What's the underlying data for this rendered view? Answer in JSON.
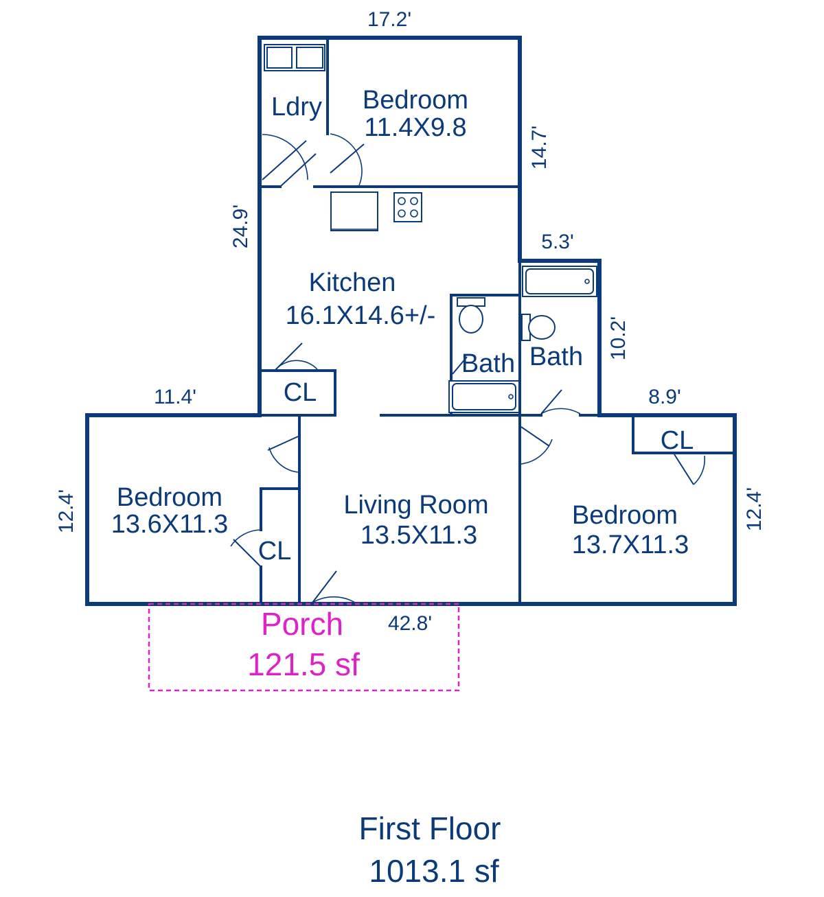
{
  "colors": {
    "wall": "#0b3a7a",
    "porch": "#e020c8",
    "background": "#ffffff"
  },
  "rooms": {
    "laundry": {
      "name": "Ldry"
    },
    "bedroom_top": {
      "name": "Bedroom",
      "size": "11.4X9.8"
    },
    "kitchen": {
      "name": "Kitchen",
      "size": "16.1X14.6+/-"
    },
    "bath_left": {
      "name": "Bath"
    },
    "bath_right": {
      "name": "Bath"
    },
    "closet_kitchen": {
      "name": "CL"
    },
    "closet_left_bedroom": {
      "name": "CL"
    },
    "closet_right_bedroom": {
      "name": "CL"
    },
    "bedroom_left": {
      "name": "Bedroom",
      "size": "13.6X11.3"
    },
    "living_room": {
      "name": "Living Room",
      "size": "13.5X11.3"
    },
    "bedroom_right": {
      "name": "Bedroom",
      "size": "13.7X11.3"
    }
  },
  "dimensions": {
    "top_width": "17.2'",
    "upper_right_depth": "14.7'",
    "upper_left_depth": "24.9'",
    "bath_width": "5.3'",
    "bath_depth": "10.2'",
    "left_wing_width": "11.4'",
    "right_wing_width": "8.9'",
    "left_wing_depth": "12.4'",
    "right_wing_depth": "12.4'",
    "total_width": "42.8'"
  },
  "porch": {
    "name": "Porch",
    "area": "121.5 sf"
  },
  "footer": {
    "floor": "First Floor",
    "area": "1013.1 sf"
  },
  "icons": [
    "washer-dryer-icon",
    "sink-icon",
    "stove-icon",
    "toilet-icon",
    "bathtub-icon",
    "door-swing-icon"
  ]
}
